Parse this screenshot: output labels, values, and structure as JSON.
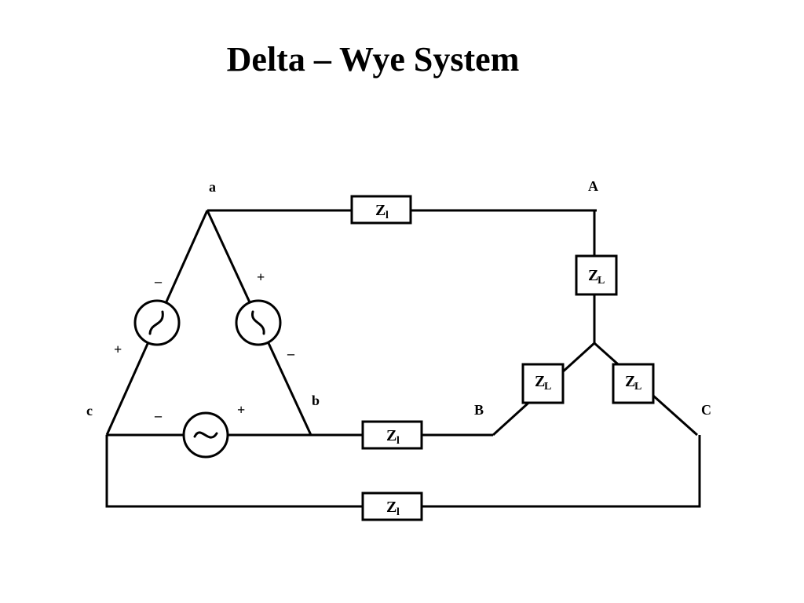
{
  "title": "Delta – Wye System",
  "nodes": {
    "a": "a",
    "b": "b",
    "c": "c",
    "A": "A",
    "B": "B",
    "C": "C"
  },
  "signs": {
    "plus": "+",
    "minus": "–"
  },
  "impedance": {
    "symbol": "Z",
    "line_sub": "l",
    "load_sub": "L"
  }
}
